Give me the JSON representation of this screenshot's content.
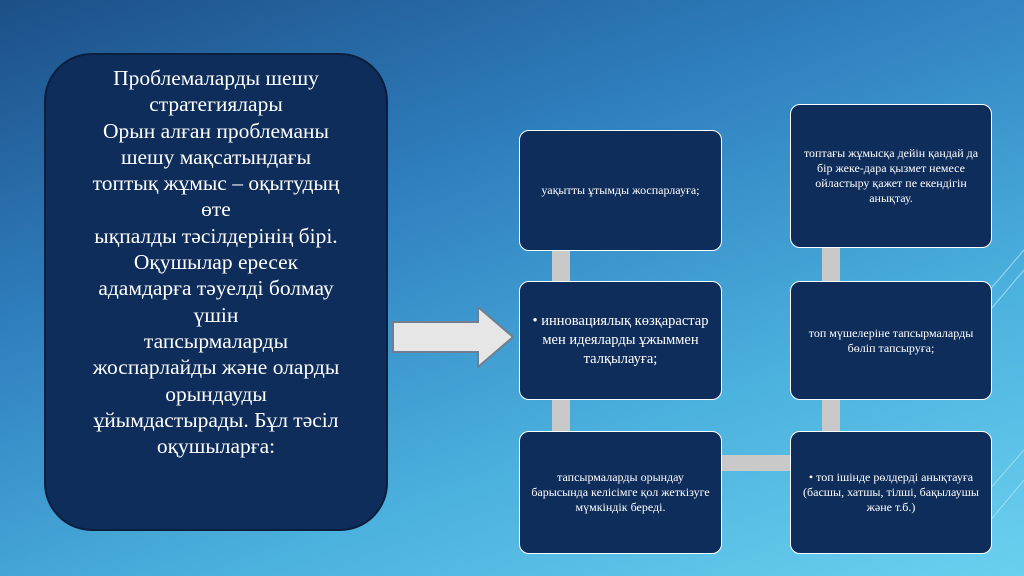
{
  "main_text": {
    "lines": [
      "Проблемаларды шешу",
      "стратегиялары",
      "Орын алған проблеманы",
      "шешу мақсатындағы",
      "топтық жұмыс – оқытудың",
      "өте",
      "ықпалды тәсілдерінің бірі.",
      "Оқушылар ересек",
      "адамдарға тәуелді болмау",
      "үшін",
      "тапсырмаларды",
      "жоспарлайды және оларды",
      "орындауды",
      "ұйымдастырады. Бұл тәсіл",
      "оқушыларға:"
    ]
  },
  "nodes": {
    "left_top": "уақытты ұтымды жоспарлауға;",
    "left_middle": "• инновациялық көзқарастар мен идеяларды ұжыммен талқылауға;",
    "left_bottom": "тапсырмаларды орындау барысында келісімге қол жеткізуге мүмкіндік береді.",
    "right_top": "топтағы жұмысқа дейін қандай да бір жеке-дара қызмет немесе ойластыру қажет пе екендігін анықтау.",
    "right_middle": "топ мүшелеріне тапсырмаларды бөліп тапсыруға;",
    "right_bottom": "• топ ішінде рөлдерді анықтауға (басшы, хатшы, тілші, бақылаушы және т.б.)"
  },
  "colors": {
    "box_fill": "#0e2d5a",
    "connector": "#c9c9c9",
    "arrow_fill": "#e6e6e6"
  }
}
